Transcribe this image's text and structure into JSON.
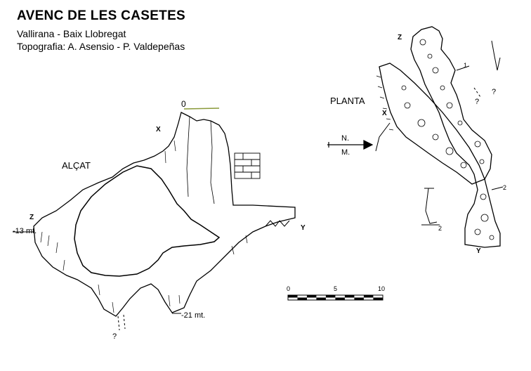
{
  "header": {
    "title": "AVENC DE LES CASETES",
    "location": "Vallirana - Baix Llobregat",
    "survey": "Topografia: A. Asensio - P. Valdepeñas"
  },
  "section": {
    "label": "ALÇAT",
    "depth_top": "0",
    "depth_left": "-13 mt.",
    "depth_bottom": "-21 mt.",
    "marker_x": "X",
    "marker_z": "Z",
    "marker_y": "Y",
    "unknown": "?"
  },
  "plan": {
    "label": "PLANTA",
    "north": "N.",
    "magnetic": "M.",
    "marker_z": "Z",
    "marker_x": "X",
    "marker_y": "Y",
    "cut_1": "1",
    "cut_2": "2",
    "cut_2b": "2",
    "unknown_1": "?",
    "unknown_2": "?"
  },
  "scale": {
    "ticks": [
      "0",
      "5",
      "10"
    ]
  },
  "colors": {
    "ink": "#000000",
    "surface_grass": "#8a9a3a"
  }
}
